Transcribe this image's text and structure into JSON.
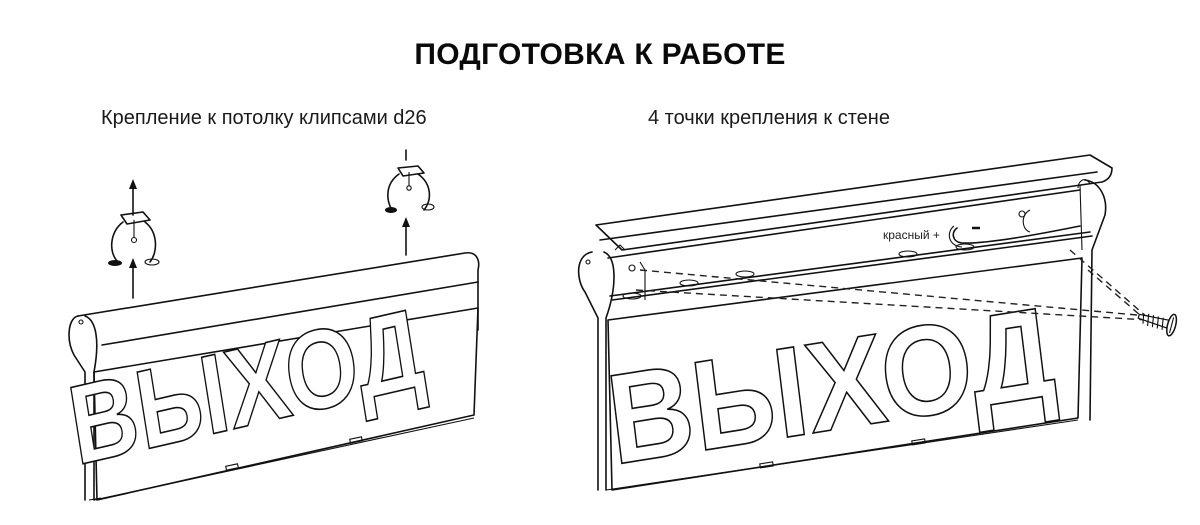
{
  "page": {
    "title": "ПОДГОТОВКА К РАБОТЕ"
  },
  "figures": [
    {
      "caption": "Крепление к потолку клипсами d26",
      "sign_text": "ВЫХОД",
      "elements": [
        "ceiling-clip",
        "ceiling-clip",
        "arrow-up",
        "arrow-up",
        "arrow-up",
        "arrow-up"
      ]
    },
    {
      "caption": "4 точки крепления к стене",
      "sign_text": "ВЫХОД",
      "wire_label": "красный +",
      "wire_minus": "–",
      "elements": [
        "open-cover",
        "wire",
        "screw",
        "dashed-guide-lines"
      ]
    }
  ]
}
